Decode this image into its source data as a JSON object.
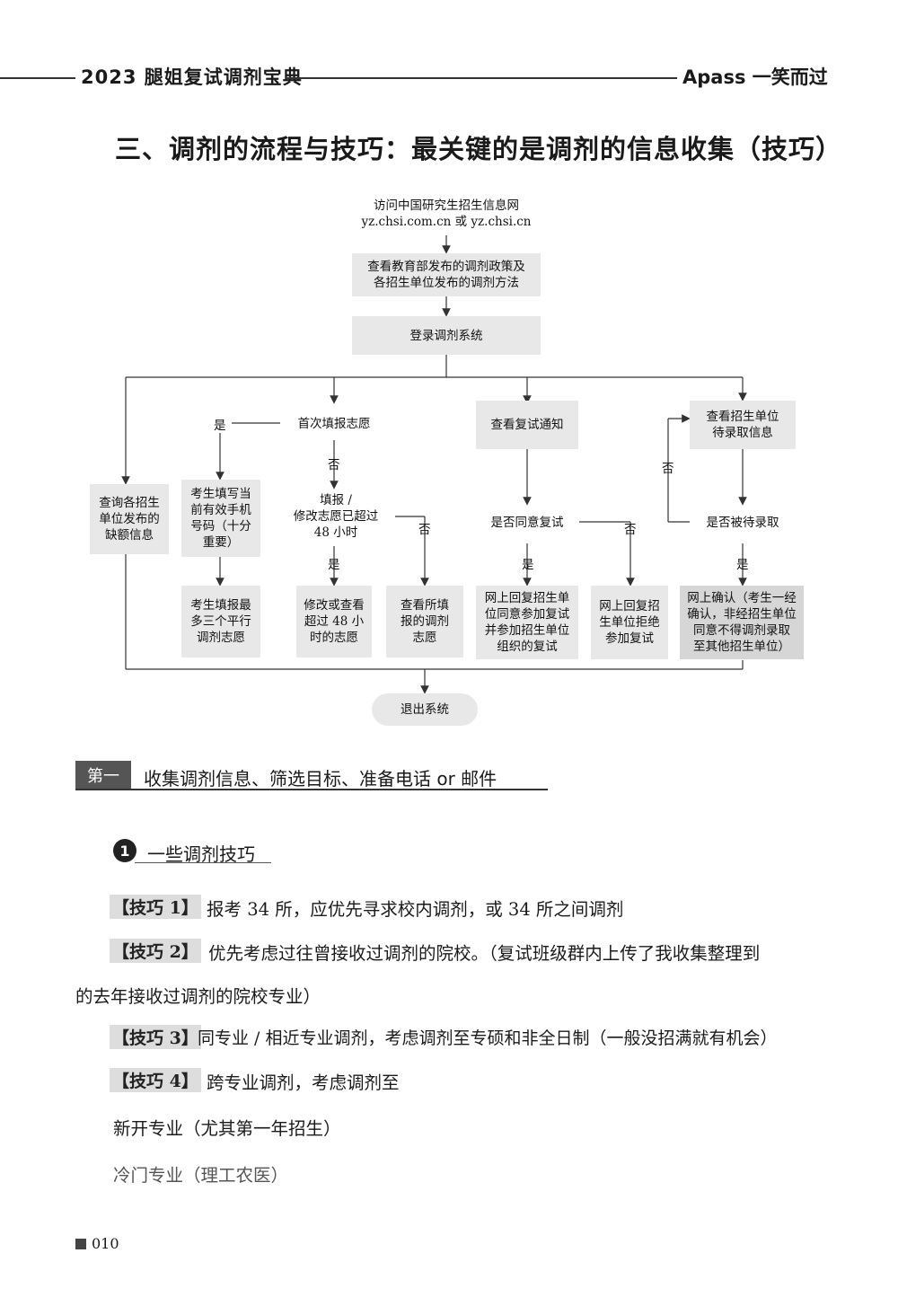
{
  "header": {
    "title": "2023 腿姐复试调剂宝典",
    "brand": "pass 一笑而过"
  },
  "section_title": "三、调剂的流程与技巧：最关键的是调剂的信息收集（技巧）",
  "flow": {
    "visit": "访问中国研究生招生信息网\nyz.chsi.com.cn 或 yz.chsi.cn",
    "policy": "查看教育部发布的调剂政策及\n各招生单位发布的调剂方法",
    "login": "登录调剂系统",
    "query_vacancy": "查询各招生\n单位发布的\n缺额信息",
    "first_fill": "首次填报志愿",
    "phone": "考生填写当\n前有效手机\n号码（十分\n重要）",
    "three_choices": "考生填报最\n多三个平行\n调剂志愿",
    "over48": "填报 /\n修改志愿已超过\n48 小时",
    "modify_view": "修改或查看\n超过 48 小\n时的志愿",
    "view_filled": "查看所填\n报的调剂\n志愿",
    "view_notice": "查看复试通知",
    "agree_retest": "是否同意复试",
    "reply_agree": "网上回复招生单\n位同意参加复试\n并参加招生单位\n组织的复试",
    "reply_refuse": "网上回复招\n生单位拒绝\n参加复试",
    "view_pending": "查看招生单位\n待录取信息",
    "admitted": "是否被待录取",
    "confirm": "网上确认（考生一经\n确认，非经招生单位\n同意不得调剂录取\n至其他招生单位）",
    "exit": "退出系统",
    "yes": "是",
    "no": "否"
  },
  "section_bar": {
    "badge": "第一",
    "text": "收集调剂信息、筛选目标、准备电话 or 邮件"
  },
  "subsection": {
    "number": "1",
    "title": "一些调剂技巧"
  },
  "tips": [
    {
      "tag": "【技巧 1】",
      "text": "报考 34 所，应优先寻求校内调剂，或 34 所之间调剂"
    },
    {
      "tag": "【技巧 2】",
      "text": "优先考虑过往曾接收过调剂的院校。（复试班级群内上传了我收集整理到",
      "cont": "的去年接收过调剂的院校专业）"
    },
    {
      "tag": "【技巧 3】",
      "text": "同专业 / 相近专业调剂，考虑调剂至专硕和非全日制（一般没招满就有机会）"
    },
    {
      "tag": "【技巧 4】",
      "text": "跨专业调剂，考虑调剂至"
    }
  ],
  "lines": {
    "new_major": "新开专业（尤其第一年招生）",
    "cold_major": "冷门专业（理工农医）"
  },
  "page_number": "010"
}
